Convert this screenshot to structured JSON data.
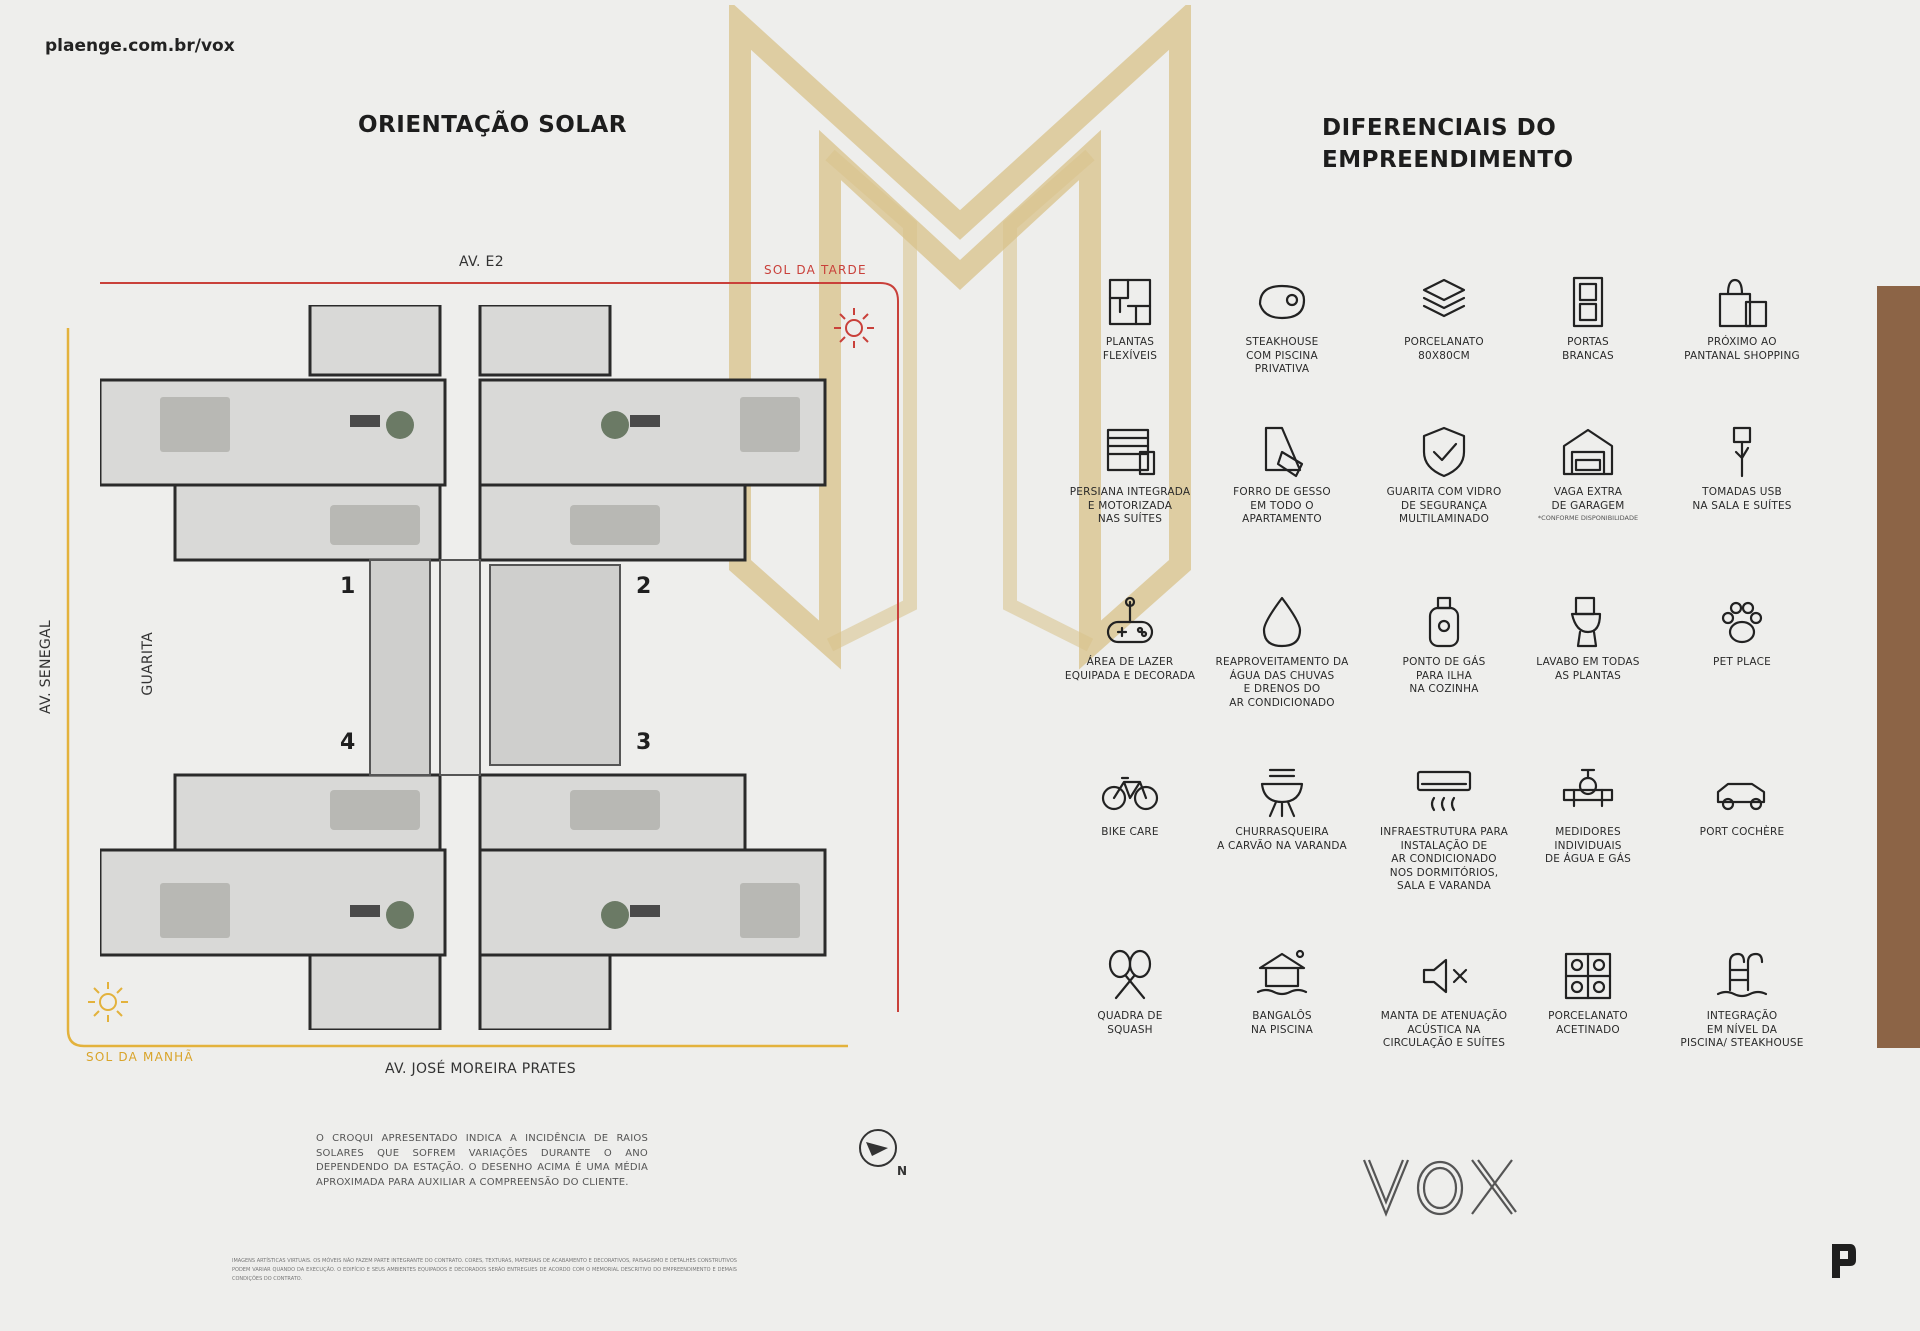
{
  "header": {
    "url": "plaenge.com.br/vox"
  },
  "solar": {
    "title": "ORIENTAÇÃO SOLAR",
    "street_top": "AV. E2",
    "street_bottom": "AV. JOSÉ MOREIRA PRATES",
    "street_left": "AV. SENEGAL",
    "guarita": "GUARITA",
    "sol_tarde": "SOL DA TARDE",
    "sol_manha": "SOL DA MANHÃ",
    "units": [
      "1",
      "2",
      "3",
      "4"
    ],
    "north": "N",
    "disclaimer": "O CROQUI APRESENTADO INDICA A INCIDÊNCIA DE RAIOS SOLARES QUE SOFREM VARIAÇÕES DURANTE O ANO DEPENDENDO DA ESTAÇÃO. O DESENHO ACIMA É UMA MÉDIA APROXIMADA PARA AUXILIAR A COMPREENSÃO DO CLIENTE.",
    "fineprint": "IMAGENS ARTÍSTICAS VIRTUAIS. OS MÓVEIS NÃO FAZEM PARTE INTEGRANTE DO CONTRATO. CORES, TEXTURAS, MATERIAIS DE ACABAMENTO E DECORATIVOS, PAISAGISMO E DETALHES CONSTRUTIVOS PODEM VARIAR QUANDO DA EXECUÇÃO. O EDIFÍCIO E SEUS AMBIENTES EQUIPADOS E DECORADOS SERÃO ENTREGUES DE ACORDO COM O MEMORIAL DESCRITIVO DO EMPREENDIMENTO E DEMAIS CONDIÇÕES DO CONTRATO."
  },
  "diferenciais": {
    "title_line1": "DIFERENCIAIS DO",
    "title_line2": "EMPREENDIMENTO",
    "items": [
      {
        "icon": "floor-plan-icon",
        "label": "PLANTAS\nFLEXÍVEIS"
      },
      {
        "icon": "steak-icon",
        "label": "STEAKHOUSE\nCOM PISCINA\nPRIVATIVA"
      },
      {
        "icon": "tiles-icon",
        "label": "PORCELANATO\n80X80CM"
      },
      {
        "icon": "door-icon",
        "label": "PORTAS\nBRANCAS"
      },
      {
        "icon": "shopping-bag-icon",
        "label": "PRÓXIMO AO\nPANTANAL SHOPPING"
      },
      {
        "icon": "blinds-icon",
        "label": "PERSIANA INTEGRADA\nE MOTORIZADA\nNAS SUÍTES"
      },
      {
        "icon": "plaster-icon",
        "label": "FORRO DE GESSO\nEM TODO O\nAPARTAMENTO"
      },
      {
        "icon": "shield-icon",
        "label": "GUARITA COM VIDRO\nDE SEGURANÇA\nMULTILAMINADO"
      },
      {
        "icon": "garage-icon",
        "label": "VAGA EXTRA\nDE GARAGEM",
        "note": "*CONFORME DISPONIBILIDADE"
      },
      {
        "icon": "usb-icon",
        "label": "TOMADAS USB\nNA SALA E SUÍTES"
      },
      {
        "icon": "gamepad-icon",
        "label": "ÁREA DE LAZER\nEQUIPADA E DECORADA"
      },
      {
        "icon": "water-drop-icon",
        "label": "REAPROVEITAMENTO DA\nÁGUA DAS CHUVAS\nE DRENOS DO\nAR CONDICIONADO"
      },
      {
        "icon": "gas-tank-icon",
        "label": "PONTO DE GÁS\nPARA ILHA\nNA COZINHA"
      },
      {
        "icon": "toilet-icon",
        "label": "LAVABO EM TODAS\nAS PLANTAS"
      },
      {
        "icon": "paw-icon",
        "label": "PET PLACE"
      },
      {
        "icon": "bike-icon",
        "label": "BIKE CARE"
      },
      {
        "icon": "grill-icon",
        "label": "CHURRASQUEIRA\nA CARVÃO NA VARANDA"
      },
      {
        "icon": "air-conditioner-icon",
        "label": "INFRAESTRUTURA PARA\nINSTALAÇÃO DE\nAR CONDICIONADO\nNOS DORMITÓRIOS,\nSALA E VARANDA"
      },
      {
        "icon": "meter-icon",
        "label": "MEDIDORES\nINDIVIDUAIS\nDE ÁGUA E GÁS"
      },
      {
        "icon": "car-icon",
        "label": "PORT COCHÈRE"
      },
      {
        "icon": "squash-icon",
        "label": "QUADRA DE\nSQUASH"
      },
      {
        "icon": "bungalow-icon",
        "label": "BANGALÔS\nNA PISCINA"
      },
      {
        "icon": "mute-icon",
        "label": "MANTA DE ATENUAÇÃO\nACÚSTICA NA\nCIRCULAÇÃO E SUÍTES"
      },
      {
        "icon": "pattern-tile-icon",
        "label": "PORCELANATO\nACETINADO"
      },
      {
        "icon": "pool-ladder-icon",
        "label": "INTEGRAÇÃO\nEM NÍVEL DA\nPISCINA/ STEAKHOUSE"
      }
    ]
  },
  "brand": {
    "logo_text": "VOX",
    "accent": "#8c6446",
    "gold": "#d8c28a",
    "red": "#c9403a",
    "yellow": "#e3b23c"
  }
}
